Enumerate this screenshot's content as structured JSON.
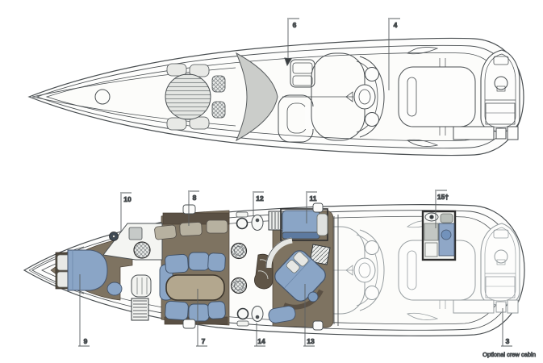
{
  "upper_plan": {
    "callouts": [
      {
        "number": "6"
      },
      {
        "number": "4"
      }
    ]
  },
  "lower_plan": {
    "callouts_top": [
      {
        "number": "10"
      },
      {
        "number": "8"
      },
      {
        "number": "12"
      },
      {
        "number": "11"
      },
      {
        "number": "15†"
      }
    ],
    "callouts_bottom": [
      {
        "number": "9"
      },
      {
        "number": "7"
      },
      {
        "number": "14"
      },
      {
        "number": "13"
      },
      {
        "number": "3"
      }
    ],
    "footnote": "Optional crew cabin"
  },
  "colors": {
    "upholstery_blue": "#8aa5c6",
    "upholstery_blue_dark": "#5d7aa0",
    "floor_brown": "#7e7361",
    "dark_trim": "#5a5044",
    "table_beige": "#b3a78e",
    "cushion_beige": "#b7b1a0",
    "windshield_gray": "#cbcdca",
    "line_art": "#4a4f52",
    "ghost_line": "#969da0",
    "footnote_gray": "#9ba1a4"
  }
}
